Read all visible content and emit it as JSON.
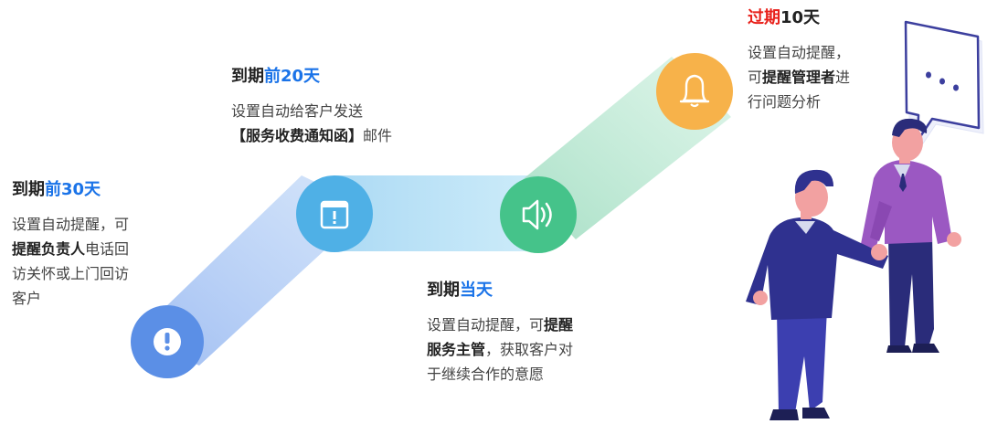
{
  "stages": [
    {
      "title_pre": "到期",
      "title_hl": "前30天",
      "lines": [
        [
          {
            "t": "设置自动提醒，可",
            "b": false
          }
        ],
        [
          {
            "t": "提醒负责人",
            "b": true
          },
          {
            "t": "电话回",
            "b": false
          }
        ],
        [
          {
            "t": "访关怀或上门回访",
            "b": false
          }
        ],
        [
          {
            "t": "客户",
            "b": false
          }
        ]
      ],
      "icon": "exclamation-icon",
      "color": "#5b8fe6"
    },
    {
      "title_pre": "到期",
      "title_hl": "前20天",
      "lines": [
        [
          {
            "t": "设置自动给客户发送",
            "b": false
          }
        ],
        [
          {
            "t": "【服务收费通知函】",
            "b": true
          },
          {
            "t": "邮件",
            "b": false
          }
        ]
      ],
      "icon": "calendar-alert-icon",
      "color": "#4fb0e6"
    },
    {
      "title_pre": "到期",
      "title_hl": "当天",
      "lines": [
        [
          {
            "t": "设置自动提醒，可",
            "b": false
          },
          {
            "t": "提醒",
            "b": true
          }
        ],
        [
          {
            "t": "服务主管",
            "b": true
          },
          {
            "t": "，获取客户对",
            "b": false
          }
        ],
        [
          {
            "t": "于继续合作的意愿",
            "b": false
          }
        ]
      ],
      "icon": "speaker-icon",
      "color": "#45c38a"
    },
    {
      "title_pre": "过期",
      "title_hl": "10天",
      "lines": [
        [
          {
            "t": "设置自动提醒，",
            "b": false
          }
        ],
        [
          {
            "t": "可",
            "b": false
          },
          {
            "t": "提醒管理者",
            "b": true
          },
          {
            "t": "进",
            "b": false
          }
        ],
        [
          {
            "t": "行问题分析",
            "b": false
          }
        ]
      ],
      "icon": "bell-icon",
      "color": "#f7b24a"
    }
  ],
  "speech_bubble": "...",
  "icons": [
    "exclamation-icon",
    "calendar-alert-icon",
    "speaker-icon",
    "bell-icon",
    "speech-bubble-icon"
  ]
}
